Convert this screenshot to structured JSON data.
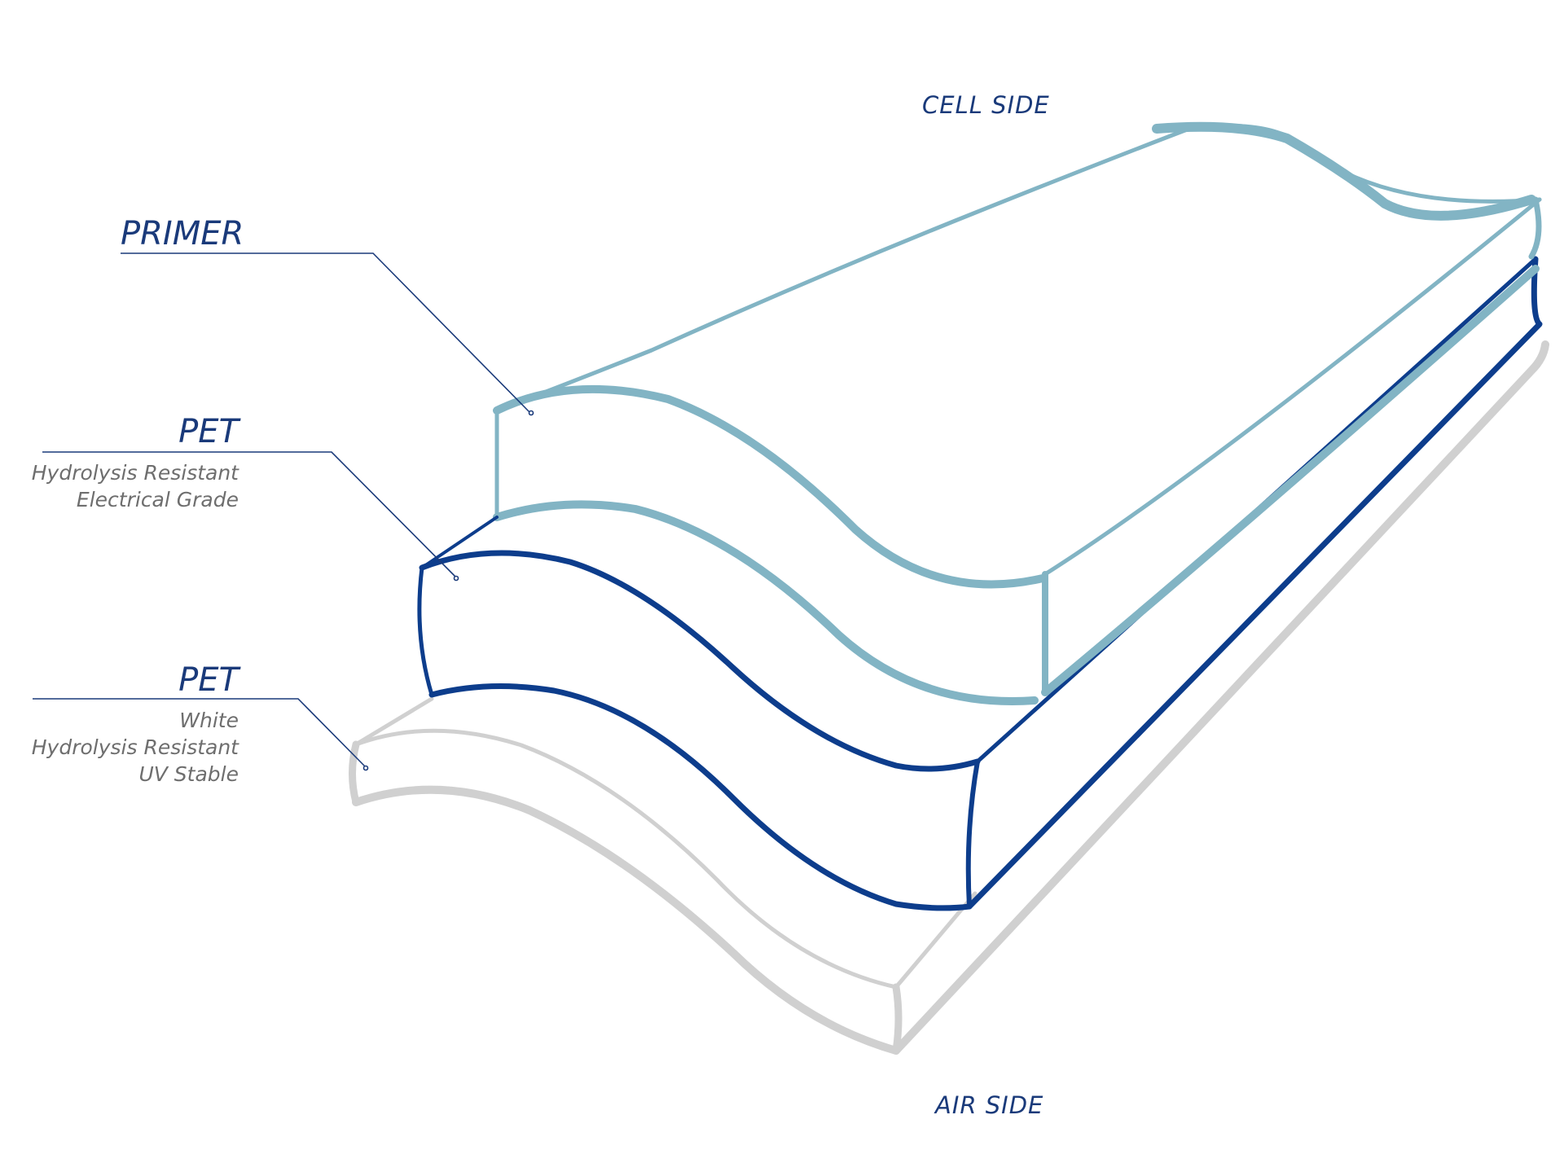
{
  "sides": {
    "cell": "CELL SIDE",
    "air": "AIR SIDE"
  },
  "layers": [
    {
      "id": "primer",
      "title": "PRIMER",
      "description": []
    },
    {
      "id": "pet-electrical",
      "title": "PET",
      "description": [
        "Hydrolysis Resistant",
        "Electrical Grade"
      ]
    },
    {
      "id": "pet-white",
      "title": "PET",
      "description": [
        "White",
        "Hydrolysis Resistant",
        "UV Stable"
      ]
    }
  ],
  "colors": {
    "primer": "#82b4c4",
    "pet_electrical": "#0d3d8c",
    "pet_white": "#d0d0d0",
    "text_primary": "#1a3a7a",
    "text_secondary": "#6e6e6e",
    "leader": "#1a3a7a"
  }
}
